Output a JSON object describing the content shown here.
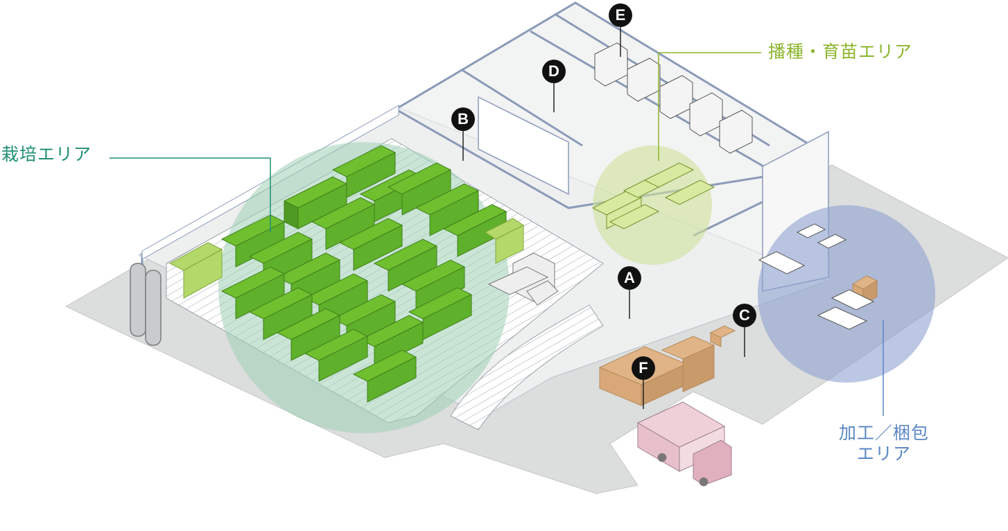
{
  "areas": {
    "cultivation": {
      "label": "栽培エリア",
      "color": "#1f8f74",
      "circle_fill": "#9fcfb4"
    },
    "seeding": {
      "label": "播種・育苗エリア",
      "color": "#8bb52d",
      "circle_fill": "#cfe19a"
    },
    "processing": {
      "label_line1": "加工／梱包",
      "label_line2": "エリア",
      "color": "#5a86c4",
      "circle_fill": "#8ea2d0"
    }
  },
  "markers": {
    "a": "A",
    "b": "B",
    "c": "C",
    "d": "D",
    "e": "E",
    "f": "F"
  },
  "colors": {
    "wall": "#8a9ab8",
    "floor": "#d7d9d9",
    "rack_green": "#6fbf2f",
    "rack_light": "#b4d96a",
    "box": "#e0b486",
    "truck": "#efcfd8"
  }
}
